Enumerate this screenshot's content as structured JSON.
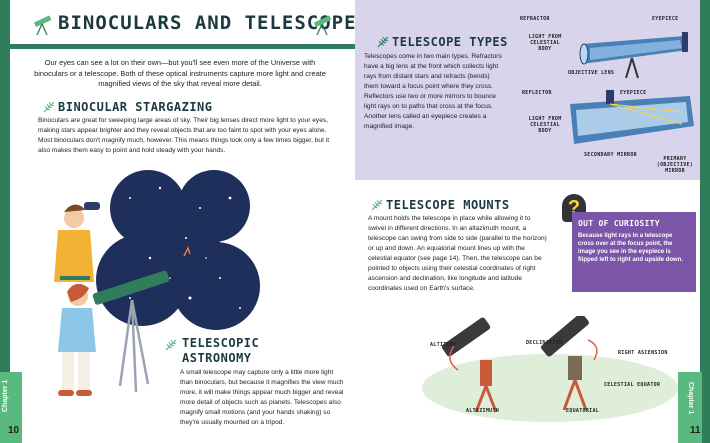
{
  "left": {
    "title": "Binoculars and Telescopes",
    "intro": "Our eyes can see a lot on their own—but you'll see even more of the Universe with binoculars or a telescope. Both of these optical instruments capture more light and create magnified views of the sky that reveal more detail.",
    "binocular": {
      "heading": "Binocular Stargazing",
      "text": "Binoculars are great for sweeping large areas of sky. Their big lenses direct more light to your eyes, making stars appear brighter and they reveal objects that are too faint to spot with your eyes alone. Most binoculars don't magnify much, however. This means things look only a few times bigger, but it also makes them easy to point and hold steady with your hands."
    },
    "telescopic": {
      "heading_line1": "Telescopic",
      "heading_line2": "Astronomy",
      "text": "A small telescope may capture only a little more light than binoculars, but because it magnifies the view much more, it will make things appear much bigger and reveal more detail of objects such as planets. Telescopes also magnify small motions (and your hands shaking) so they're usually mounted on a tripod."
    },
    "chapter_tab": "Chapter 1",
    "page_number": "10"
  },
  "right": {
    "types": {
      "heading": "Telescope Types",
      "text": "Telescopes come in two main types. Refractors have a big lens at the front which collects light rays from distant stars and refracts (bends) them toward a focus point where they cross. Reflectors use two or more mirrors to bounce light rays on to paths that cross at the focus. Another lens called an eyepiece creates a magnified image."
    },
    "diagram_labels": {
      "refractor": "Refractor",
      "eyepiece1": "Eyepiece",
      "light_celestial1": "Light from celestial body",
      "objective_lens": "Objective lens",
      "reflector": "Reflector",
      "eyepiece2": "Eyepiece",
      "light_celestial2": "Light from celestial body",
      "secondary_mirror": "Secondary mirror",
      "primary_mirror": "Primary (objective) mirror"
    },
    "mounts": {
      "heading": "Telescope Mounts",
      "text": "A mount holds the telescope in place while allowing it to swivel in different directions. In an altazimuth mount, a telescope can swing from side to side (parallel to the horizon) or up and down. An equatorial mount lines up with the celestial equator (see page 14). Then, the telescope can be pointed to objects using their celestial coordinates of right ascension and declination, like longitude and latitude coordinates used on Earth's surface."
    },
    "curiosity": {
      "heading": "Out of Curiosity",
      "text": "Because light rays in a telescope cross over at the focus point, the image you see in the eyepiece is flipped left to right and upside down."
    },
    "mount_labels": {
      "altitude": "Altitude",
      "altazimuth": "Altazimuth",
      "declination": "Declination",
      "right_ascension": "Right ascension",
      "celestial_equator": "Celestial equator",
      "equatorial": "Equatorial"
    },
    "chapter_tab": "Chapter 1",
    "page_number": "11"
  }
}
